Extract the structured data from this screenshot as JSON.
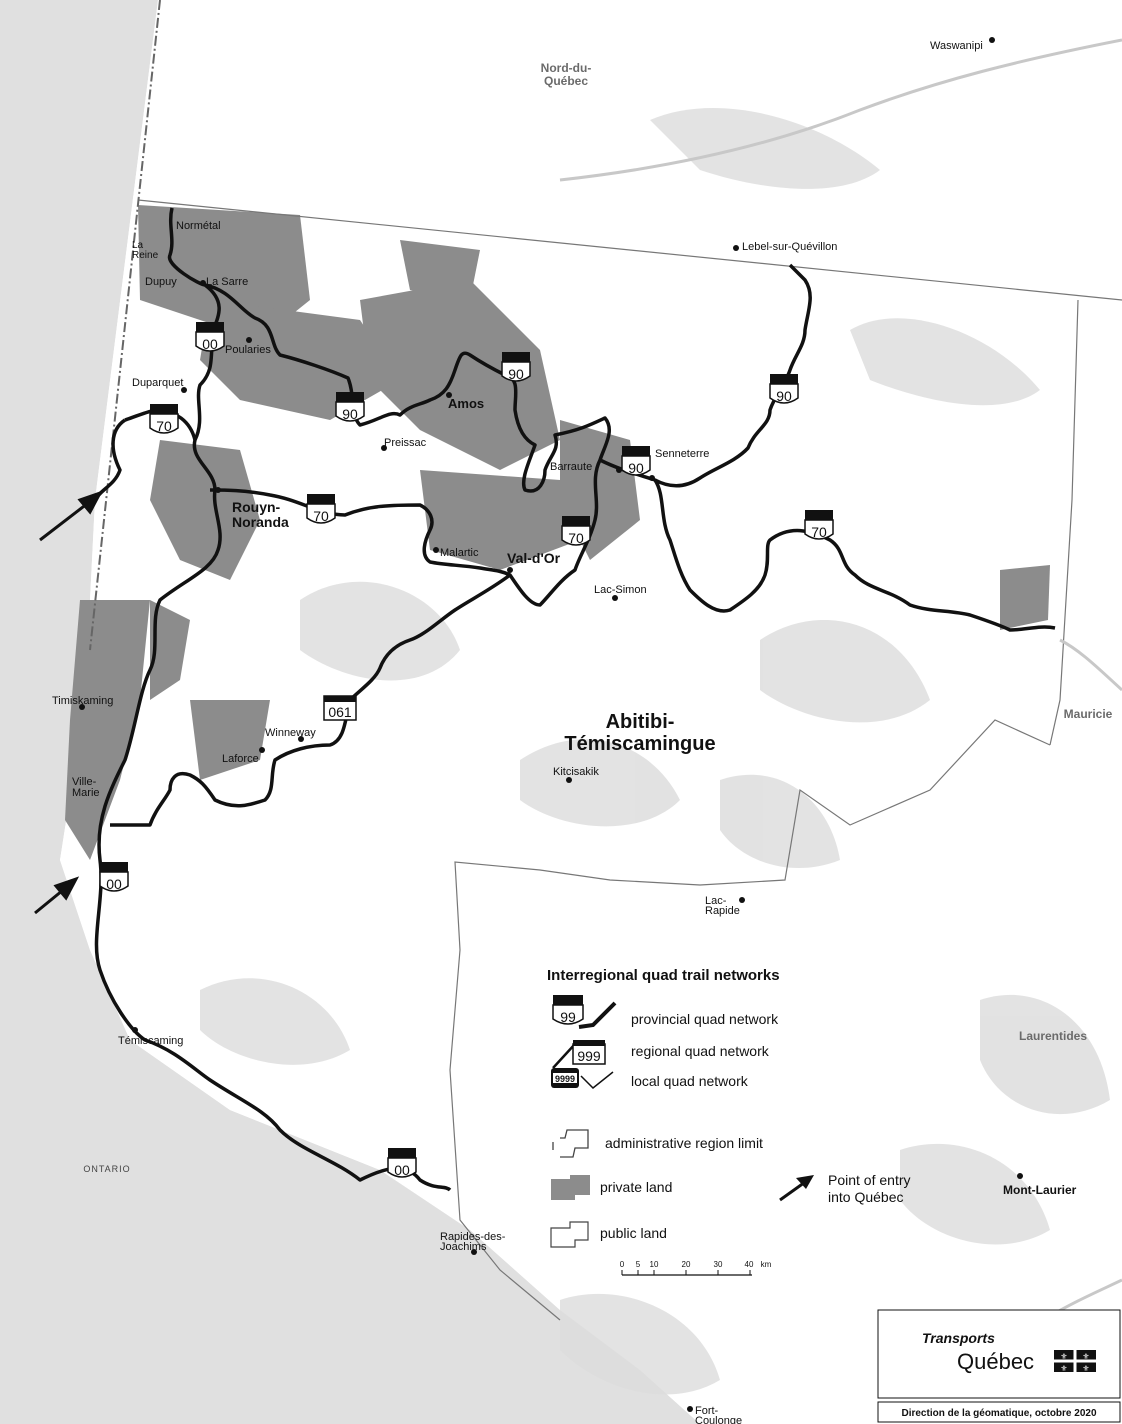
{
  "regions": {
    "nord": "Nord-du-Québec",
    "abitibi": "Abitibi-Témiscamingue",
    "mauricie": "Mauricie",
    "laurentides": "Laurentides",
    "ontario": "ONTARIO"
  },
  "places": {
    "waswanipi": "Waswanipi",
    "lebel": "Lebel-sur-Quévillon",
    "normetal": "Normétal",
    "lareine": "La Reine",
    "dupuy": "Dupuy",
    "lasarre": "La Sarre",
    "poularies": "Poularies",
    "duparquet": "Duparquet",
    "amos": "Amos",
    "preissac": "Preissac",
    "barraute": "Barraute",
    "senneterre": "Senneterre",
    "rouyn": "Rouyn-Noranda",
    "malartic": "Malartic",
    "valdor": "Val-d'Or",
    "lacsimon": "Lac-Simon",
    "timiskaming": "Timiskaming",
    "winneway": "Winneway",
    "laforce": "Laforce",
    "villemarie": "Ville-Marie",
    "kitcisakik": "Kitcisakik",
    "lacrapide": "Lac-Rapide",
    "temiscaming": "Témiscaming",
    "rapides": "Rapides-des-Joachims",
    "montlaurier": "Mont-Laurier",
    "fortcoulonge": "Fort-Coulonge"
  },
  "shields": {
    "s00": "00",
    "s90": "90",
    "s70": "70",
    "s061": "061"
  },
  "legend": {
    "title": "Interregional quad trail networks",
    "provincial": "provincial quad network",
    "regional": "regional quad network",
    "local": "local quad network",
    "admin": "administrative region limit",
    "private": "private land",
    "public": "public land",
    "entry": "Point of entry into Québec",
    "sample_provincial": "99",
    "sample_regional": "999",
    "sample_local": "9999"
  },
  "scale_bar": {
    "ticks": [
      "0",
      "5",
      "10",
      "20",
      "30",
      "40"
    ],
    "unit": "km"
  },
  "footer": {
    "brand_line1": "Transports",
    "brand_line2": "Québec",
    "credit": "Direction de la géomatique, octobre 2020"
  },
  "colors": {
    "private_land": "#8c8c8c",
    "public_tint": "#d9d9d9",
    "ontario": "#e0e0e0",
    "trail": "#111111"
  }
}
